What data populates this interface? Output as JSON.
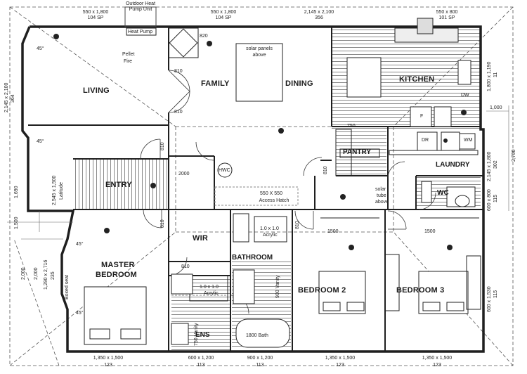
{
  "rooms": {
    "living": "LIVING",
    "family": "FAMILY",
    "dining": "DINING",
    "kitchen": "KITCHEN",
    "pantry": "PANTRY",
    "laundry": "LAUNDRY",
    "entry": "ENTRY",
    "wc": "WC",
    "wir": "WIR",
    "bathroom": "BATHROOM",
    "master_line1": "MASTER",
    "master_line2": "BEDROOM",
    "bedroom2": "BEDROOM 2",
    "bedroom3": "BEDROOM 3",
    "ens": "ENS"
  },
  "fixtures": {
    "outdoor_heat_pump_line1": "Outdoor Heat",
    "outdoor_heat_pump_line2": "Pump Unit",
    "heat_pump": "Heat Pump",
    "pellet_fire_line1": "Pellet",
    "pellet_fire_line2": "Fire",
    "solar_panels_line1": "solar panels",
    "solar_panels_line2": "above",
    "hwc": "HWC",
    "dw": "DW",
    "fridge": "F",
    "dr": "DR",
    "wm": "WM",
    "access_hatch_line1": "550 X 550",
    "access_hatch_line2": "Access Hatch",
    "solar_tube_line1": "solar",
    "solar_tube_line2": "tube",
    "solar_tube_line3": "above",
    "acrylic_bath_line1": "1.0 x 1.0",
    "acrylic_bath_line2": "Acrylic",
    "acrylic_ens_line1": "1.0 x 1.0",
    "acrylic_ens_line2": "Acrylic",
    "vanity_bath": "900 Vanity",
    "vanity_ens": "750 Vanity",
    "bath": "1800 Bath",
    "boxed_seat": "Boxed seat",
    "robe_b2": "1500",
    "robe_b3": "1500",
    "wir_rail": "810",
    "entry_rail": "2000",
    "pantry_shelf": "750"
  },
  "dimensions": {
    "top_living_a": "550 x 1,800",
    "top_living_b": "104 SP",
    "top_family_a": "550 x 1,800",
    "top_family_b": "104 SP",
    "top_dining_a": "2,145 x 2,100",
    "top_dining_b": "356",
    "top_kitchen_a": "550 x 800",
    "top_kitchen_b": "101 SP",
    "left_living_a": "2,145 x 2,100",
    "left_living_b": "364",
    "left_entry_a": "2,545 x 1,500",
    "left_entry_b": "Latitude",
    "left_entry_c": "1,690",
    "left_master_a": "2,000",
    "left_master_b": "1,290 x 2,716",
    "left_master_c": "2,000",
    "left_master_d": "235",
    "left_small": "1,500",
    "right_kitchen_a": "1,800 x 1,190",
    "right_kitchen_b": "11",
    "right_laundry_a": "2,145 x 1,800",
    "right_laundry_b": "302",
    "right_laundry_c": "1,000",
    "right_total": "2,700",
    "right_wc_a": "600 x 800",
    "right_wc_b": "115",
    "right_bed3_a": "600 x 1,530",
    "right_bed3_b": "115",
    "bottom_master_a": "1,350 x 1,500",
    "bottom_master_b": "123",
    "bottom_ens_a": "600 x 1,200",
    "bottom_ens_b": "113",
    "bottom_bath_a": "900 x 1,200",
    "bottom_bath_b": "113",
    "bottom_bed2_a": "1,350 x 1,500",
    "bottom_bed2_b": "123",
    "bottom_bed3_a": "1,350 x 1,500",
    "bottom_bed3_b": "123",
    "door_810_a": "810",
    "door_810_b": "810",
    "door_810_c": "810",
    "door_810_d": "810",
    "door_810_e": "810",
    "door_810_f": "810",
    "door_820": "820",
    "angle_a": "45°",
    "angle_b": "45°",
    "angle_c": "45°",
    "angle_d": "45°"
  },
  "colors": {
    "line": "#1a1a1a",
    "wall": "#1f1f1f",
    "paper": "#ffffff"
  }
}
